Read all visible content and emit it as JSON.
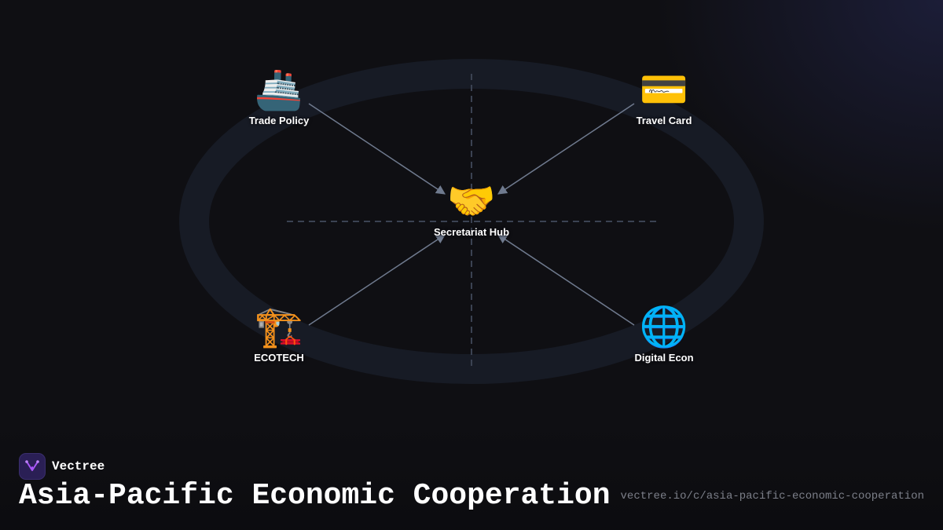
{
  "diagram": {
    "center": {
      "label": "Secretariat Hub",
      "icon": "handshake-icon",
      "emoji": "🤝"
    },
    "nodes": [
      {
        "id": "trade-policy",
        "label": "Trade Policy",
        "icon": "ship-icon",
        "emoji": "🚢"
      },
      {
        "id": "travel-card",
        "label": "Travel Card",
        "icon": "credit-card-icon",
        "emoji": "💳"
      },
      {
        "id": "ecotech",
        "label": "ECOTECH",
        "icon": "construction-crane-icon",
        "emoji": "🏗️"
      },
      {
        "id": "digital-econ",
        "label": "Digital Econ",
        "icon": "globe-icon",
        "emoji": "🌐"
      }
    ],
    "colors": {
      "background": "#0f0f13",
      "ring": "#171b25",
      "arrow": "#6f7a8e",
      "guide": "#3b4252",
      "label": "#ffffff"
    }
  },
  "brand": {
    "name": "Vectree",
    "logo_color": "#a855f7"
  },
  "footer": {
    "title": "Asia-Pacific Economic Cooperation",
    "url": "vectree.io/c/asia-pacific-economic-cooperation",
    "url_color": "#7c7f89"
  }
}
